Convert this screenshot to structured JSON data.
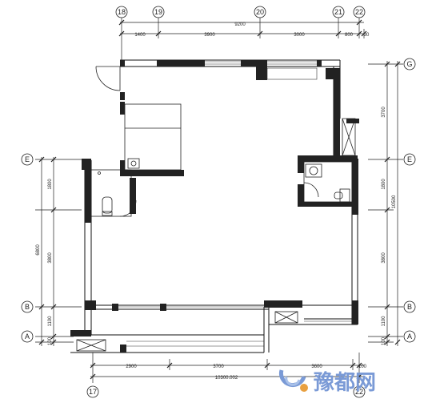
{
  "grid_axes": {
    "top": [
      "18",
      "19",
      "20",
      "21",
      "22"
    ],
    "bottom": [
      "17",
      "22"
    ],
    "left": [
      "E",
      "B",
      "A"
    ],
    "right": [
      "G",
      "E",
      "B",
      "A"
    ]
  },
  "dimensions": {
    "top_total": "9200",
    "top_segments": [
      "1400",
      "3900",
      "3000",
      "800",
      "30"
    ],
    "bottom_segments": [
      "2900",
      "3700",
      "3600",
      "100"
    ],
    "bottom_total": "10300.002",
    "left_total": "6800",
    "left_segments": [
      "1800",
      "3800",
      "1100",
      "100"
    ],
    "right_total": "10500",
    "right_segments": [
      "3700",
      "1800",
      "3800",
      "1100",
      "100"
    ]
  },
  "watermark": {
    "text": "豫都网",
    "color": "#7a9ad6"
  }
}
